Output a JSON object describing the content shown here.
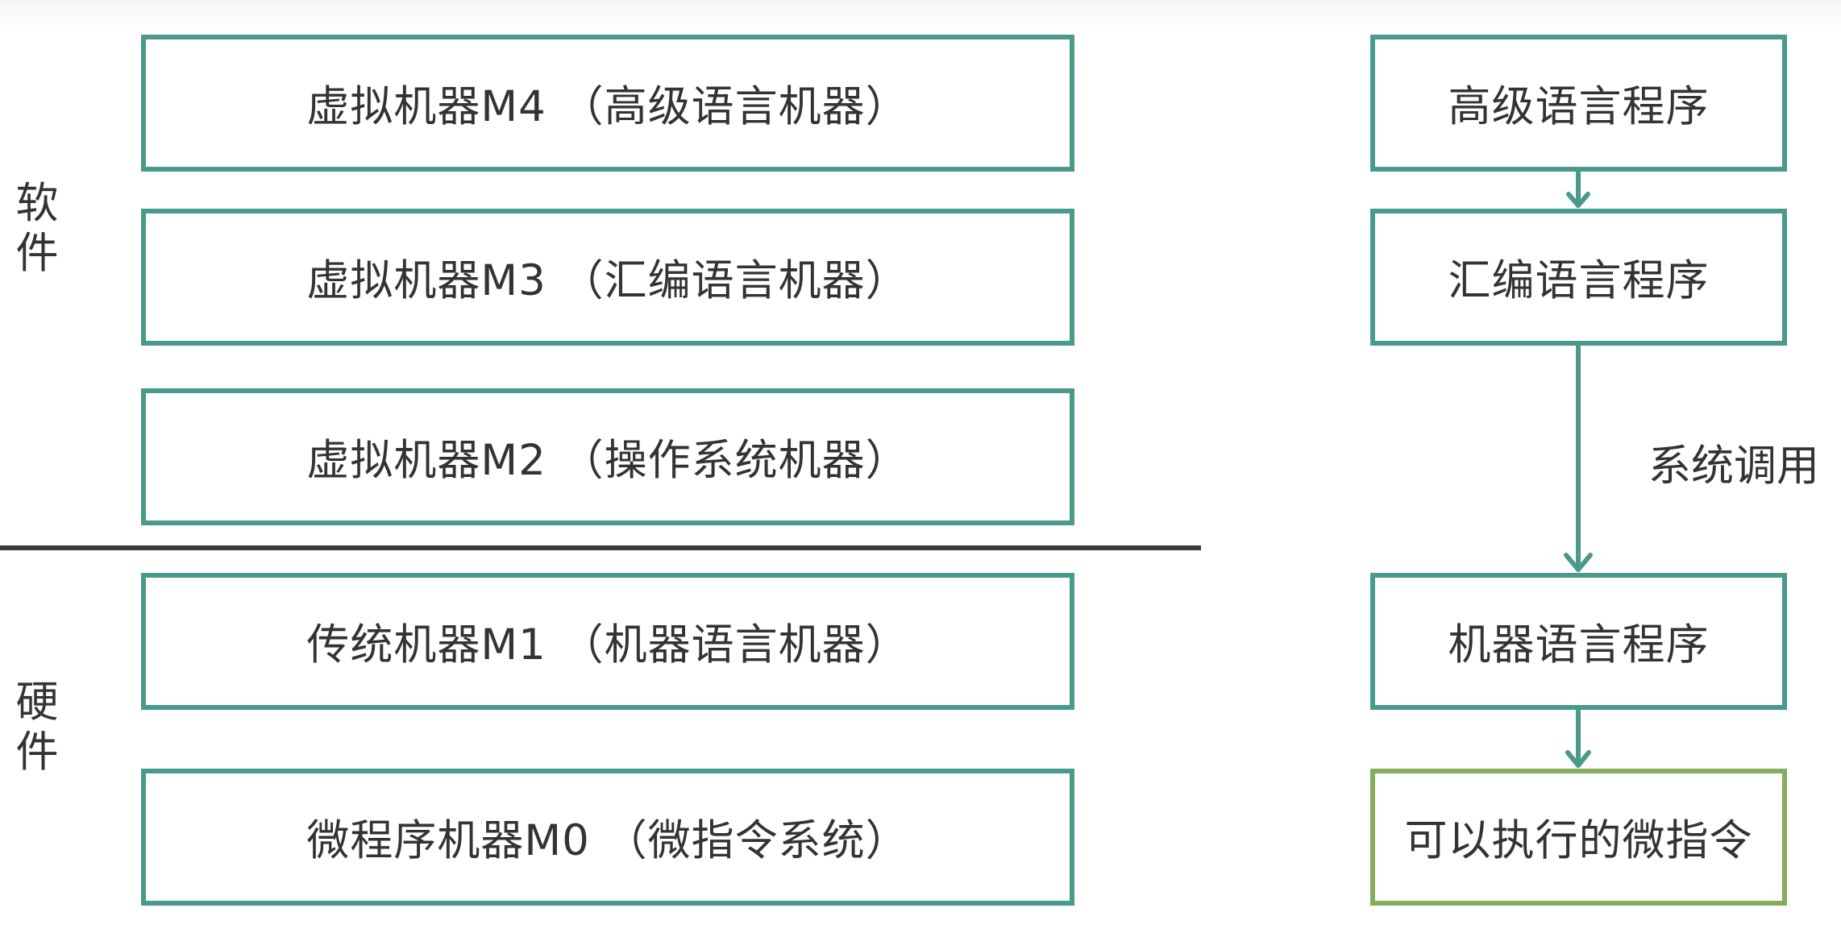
{
  "layers": {
    "software_label": [
      "软",
      "件"
    ],
    "hardware_label": [
      "硬",
      "件"
    ],
    "machines": [
      {
        "id": "m4",
        "text": "虚拟机器M4 （高级语言机器）"
      },
      {
        "id": "m3",
        "text": "虚拟机器M3 （汇编语言机器）"
      },
      {
        "id": "m2",
        "text": "虚拟机器M2 （操作系统机器）"
      },
      {
        "id": "m1",
        "text": "传统机器M1 （机器语言机器）"
      },
      {
        "id": "m0",
        "text": "微程序机器M0 （微指令系统）"
      }
    ]
  },
  "flow": {
    "steps": [
      {
        "id": "high",
        "text": "高级语言程序"
      },
      {
        "id": "asm",
        "text": "汇编语言程序"
      },
      {
        "id": "machine",
        "text": "机器语言程序"
      },
      {
        "id": "micro",
        "text": "可以执行的微指令"
      }
    ],
    "call_label": "系统调用"
  },
  "colors": {
    "box_border": "#4a9a8c",
    "final_border": "#86ae5a",
    "arrow": "#4a9a8c",
    "divider": "#3b3b3b",
    "text": "#333333"
  }
}
